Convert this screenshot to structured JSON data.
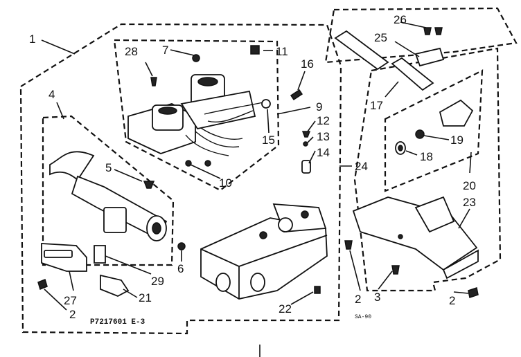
{
  "diagram": {
    "caption": "P7217601 E-3",
    "corner_code": "SA-90",
    "callouts": [
      "1",
      "2",
      "2",
      "2",
      "3",
      "4",
      "5",
      "6",
      "7",
      "9",
      "10",
      "11",
      "12",
      "13",
      "14",
      "15",
      "16",
      "17",
      "18",
      "19",
      "20",
      "21",
      "22",
      "23",
      "24",
      "25",
      "26",
      "27",
      "28",
      "29"
    ]
  }
}
